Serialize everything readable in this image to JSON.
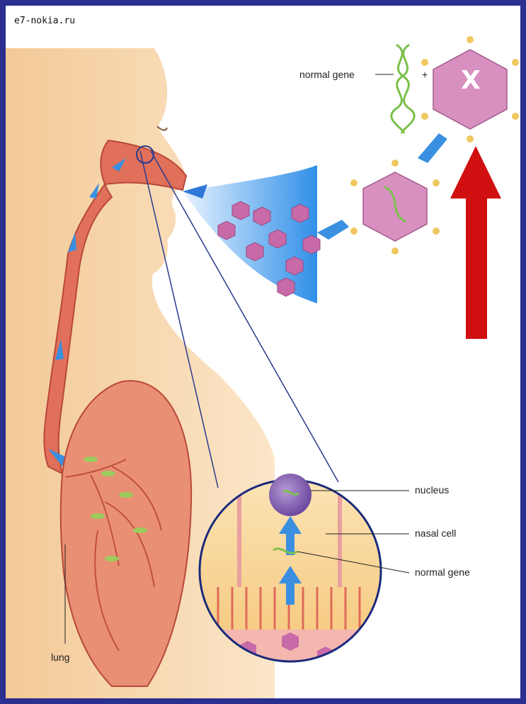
{
  "watermark": "e7-nokia.ru",
  "labels": {
    "normal_gene_top": "normal gene",
    "plus": "+",
    "virus_letter": "X",
    "nucleus": "nucleus",
    "nasal_cell": "nasal cell",
    "normal_gene_cell": "normal gene",
    "lung": "lung"
  },
  "colors": {
    "border": "#2b2f8f",
    "skin": "#f6d2a6",
    "airway": "#e0705a",
    "virus": "#d890c0",
    "arrow_blue": "#3a8fe0",
    "arrow_red": "#d01010",
    "gene": "#7cc04c"
  }
}
